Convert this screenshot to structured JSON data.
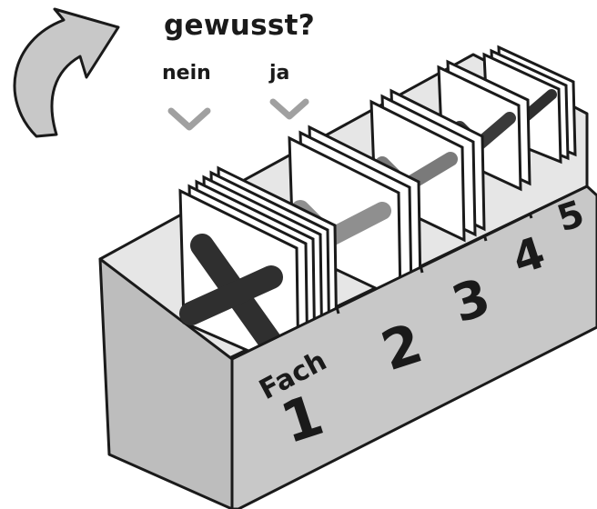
{
  "heading": "gewusst?",
  "answer_no": "nein",
  "answer_yes": "ja",
  "box": {
    "label": "Fach",
    "compartments": [
      "1",
      "2",
      "3",
      "4",
      "5"
    ]
  },
  "icons": [
    "curved-arrow-icon",
    "chevron-down-icon",
    "cross-icon",
    "checkmark-icon"
  ],
  "colors": {
    "ink": "#1a1a1a",
    "box_fill": "#c8c8c8",
    "box_dark": "#a6a6a6",
    "chevron": "#a0a0a0",
    "cross": "#2f2f2f",
    "check": "#8f8f8f",
    "card": "#ffffff"
  }
}
